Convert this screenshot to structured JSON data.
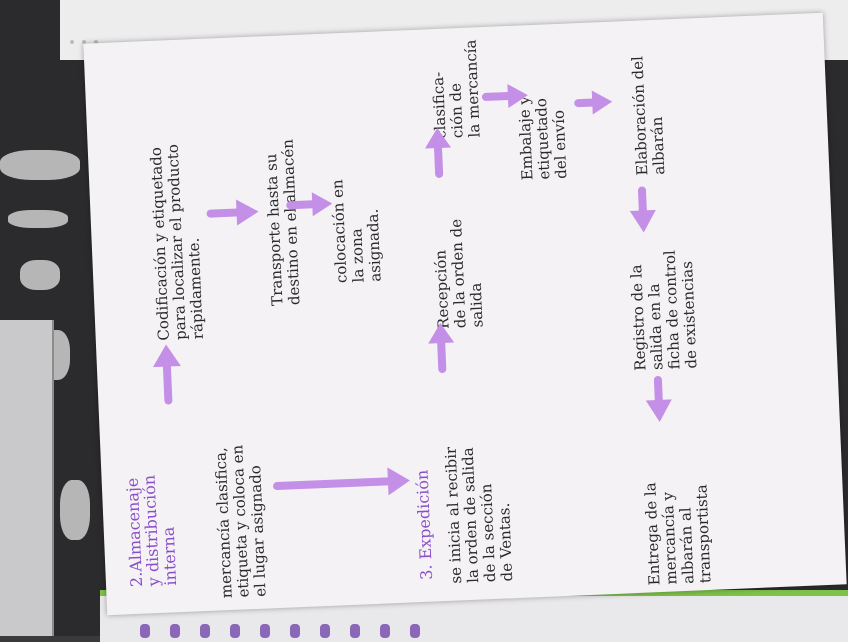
{
  "colors": {
    "ink": "#2a2a2a",
    "heading_violet": "#8a4ec9",
    "arrow_lilac": "#c48fe6",
    "paper": "#f4f2f4"
  },
  "notes": {
    "almacenaje_heading": "2.Almacenaje\ny distribución\ninterna",
    "almacenaje_text": "mercancía clasifica,\netiqueta y coloca en\nel lugar asignado",
    "codificacion": "Codificación y etiquetado\npara localizar el producto\nrápidamente.",
    "transporte": "Transporte hasta su\ndestino en el almacén",
    "colocacion": "colocación en\nla zona\nasignada.",
    "expedicion_heading": "3. Expedición",
    "expedicion_text": "se inicia al recibir\nla orden de salida\nde la sección\nde Ventas.",
    "recepcion": "Recepción\nde la orden de\nsalida",
    "clasificacion": "clasifica-\nción de\nla mercancía",
    "embalaje": "Embalaje y\netiquetado\ndel envío",
    "elaboracion": "Elaboración del\nalbarán",
    "registro": "Registro de la\nsalida en la\nficha de control\nde existencias",
    "entrega": "Entrega de la\nmercancía y\nalbarán al\ntransportista"
  }
}
